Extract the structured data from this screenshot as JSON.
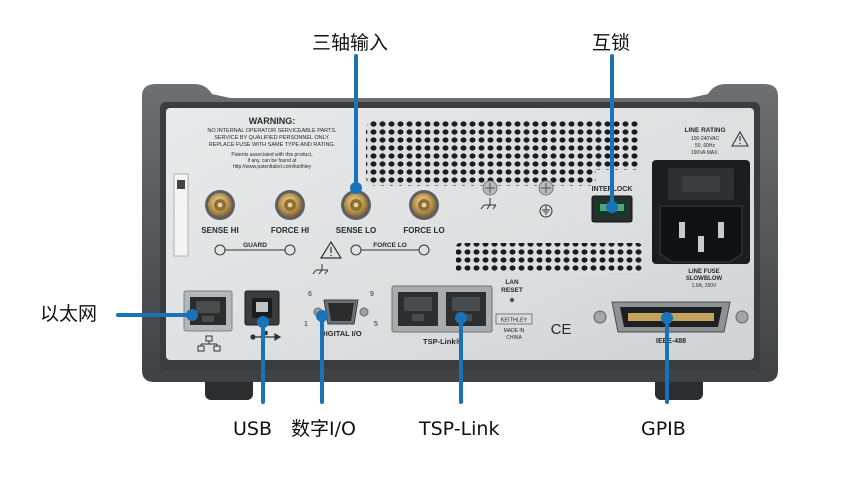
{
  "callouts": {
    "triax": "三轴输入",
    "interlock": "互锁",
    "ethernet": "以太网",
    "usb": "USB",
    "digital_io": "数字I/O",
    "tsp_link": "TSP-Link",
    "gpib": "GPIB"
  },
  "panel": {
    "warning_title": "WARNING:",
    "warning_lines": [
      "NO INTERNAL OPERATOR SERVICEABLE PARTS.",
      "SERVICE BY QUALIFIED PERSONNEL ONLY.",
      "REPLACE FUSE WITH SAME TYPE AND RATING."
    ],
    "patent_lines": [
      "Patents associated with this product,",
      "if any, can be found at",
      "http://www.patentlabel.com/keithley"
    ],
    "connectors": [
      "SENSE HI",
      "FORCE HI",
      "SENSE LO",
      "FORCE LO"
    ],
    "guard": "GUARD",
    "force_lo": "FORCE LO",
    "interlock": "INTERLOCK",
    "line_rating_title": "LINE RATING",
    "line_rating_lines": [
      "100-240VAC",
      "50, 60Hz",
      "190VA MAX."
    ],
    "line_fuse_lines": [
      "LINE FUSE",
      "SLOWBLOW",
      "1.0A, 250V"
    ],
    "lan_reset_lines": [
      "LAN",
      "RESET"
    ],
    "digital_io": "DIGITAL I/O",
    "digital_io_pins": [
      "6",
      "9",
      "1",
      "5"
    ],
    "tsp_link": "TSP-Link®",
    "brand": "KEITHLEY",
    "made_in": [
      "MADE IN",
      "CHINA"
    ],
    "ce_mark": "CE",
    "ieee": "IEEE-488"
  }
}
